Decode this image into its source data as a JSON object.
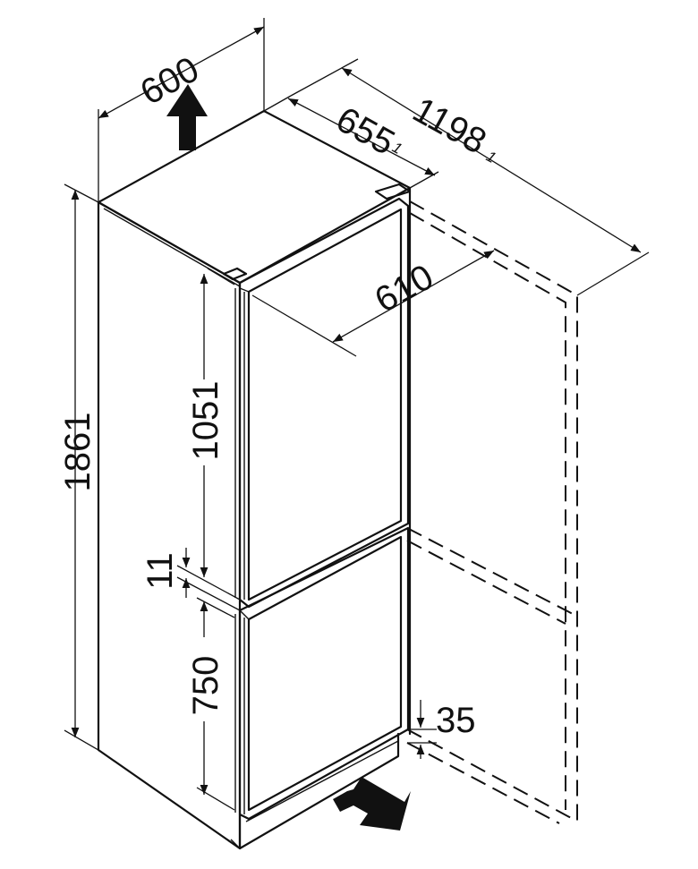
{
  "dimensions": {
    "width": "600",
    "depth": "655",
    "depth_note": "1",
    "depth_open": "1198",
    "depth_open_note": "1",
    "door_depth": "610",
    "height": "1861",
    "upper_height": "1051",
    "gap": "11",
    "lower_height": "750",
    "plinth": "35"
  }
}
